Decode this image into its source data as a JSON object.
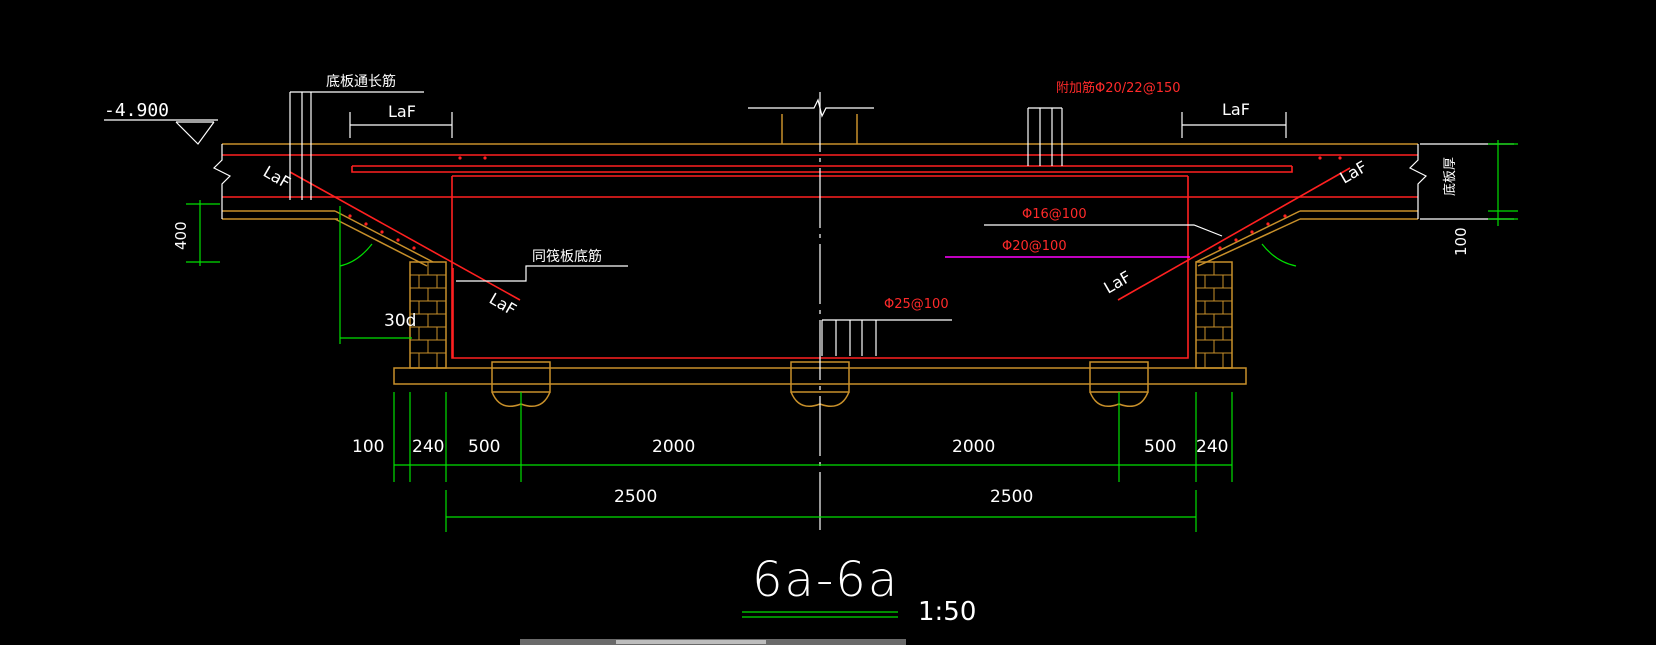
{
  "drawing": {
    "elevation": "-4.900",
    "labels": {
      "bottom_continuous_rebar": "底板通长筋",
      "raft_bottom_rebar": "同筏板底筋",
      "added_rebar": "附加筋Φ20/22@150",
      "slab_thickness": "底板厚",
      "rebar_16": "Φ16@100",
      "rebar_20": "Φ20@100",
      "rebar_25": "Φ25@100",
      "laf": "LaF",
      "thirty_d": "30d",
      "dim_400": "400",
      "dim_100_right": "100"
    },
    "bottom_dims_row1": [
      "100",
      "240",
      "500",
      "2000",
      "2000",
      "500",
      "240"
    ],
    "bottom_dims_row2": [
      "2500",
      "2500"
    ],
    "title": "6a-6a",
    "scale": "1:50"
  },
  "colors": {
    "background": "#000000",
    "concrete_outline": "#c8902a",
    "rebar_red": "#ff2020",
    "dimension_green": "#00e000",
    "annotation_white": "#ffffff",
    "magenta_line": "#ff00ff"
  }
}
